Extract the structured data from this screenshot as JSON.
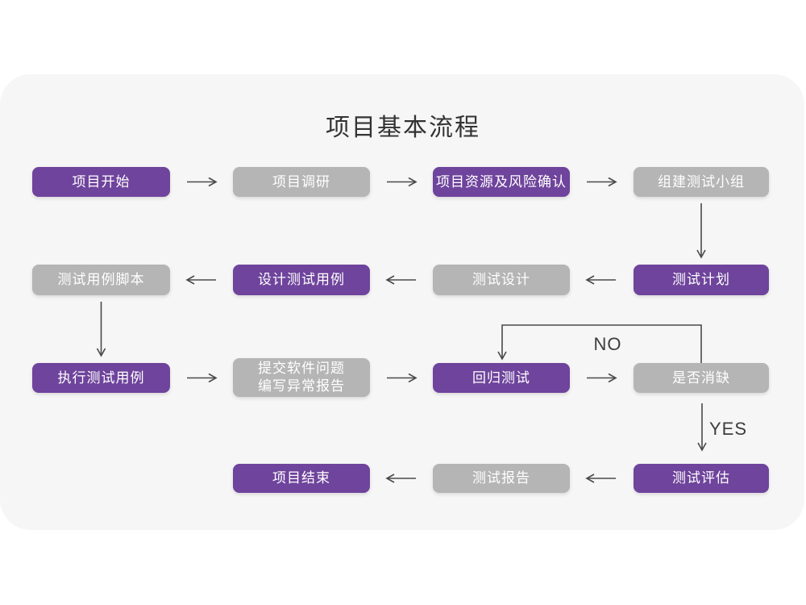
{
  "title": "项目基本流程",
  "colors": {
    "page_bg": "#FFFFFF",
    "card_bg": "#F6F6F6",
    "purple": "#6F449C",
    "gray": "#B5B5B5",
    "line": "#4A4A4A",
    "title_text": "#333333",
    "node_text": "#FFFFFF",
    "label_text": "#3D3D3D"
  },
  "nodes": [
    {
      "label": "项目开始",
      "variant": "purple"
    },
    {
      "label": "项目调研",
      "variant": "gray"
    },
    {
      "label": "项目资源及风险确认",
      "variant": "purple"
    },
    {
      "label": "组建测试小组",
      "variant": "gray"
    },
    {
      "label": "测试用例脚本",
      "variant": "gray"
    },
    {
      "label": "设计测试用例",
      "variant": "purple"
    },
    {
      "label": "测试设计",
      "variant": "gray"
    },
    {
      "label": "测试计划",
      "variant": "purple"
    },
    {
      "label": "执行测试用例",
      "variant": "purple"
    },
    {
      "label": "提交软件问题\n编写异常报告",
      "variant": "gray"
    },
    {
      "label": "回归测试",
      "variant": "purple"
    },
    {
      "label": "是否消缺",
      "variant": "gray"
    },
    {
      "label": "项目结束",
      "variant": "purple"
    },
    {
      "label": "测试报告",
      "variant": "gray"
    },
    {
      "label": "测试评估",
      "variant": "purple"
    }
  ],
  "edge_labels": {
    "no": "NO",
    "yes": "YES"
  }
}
